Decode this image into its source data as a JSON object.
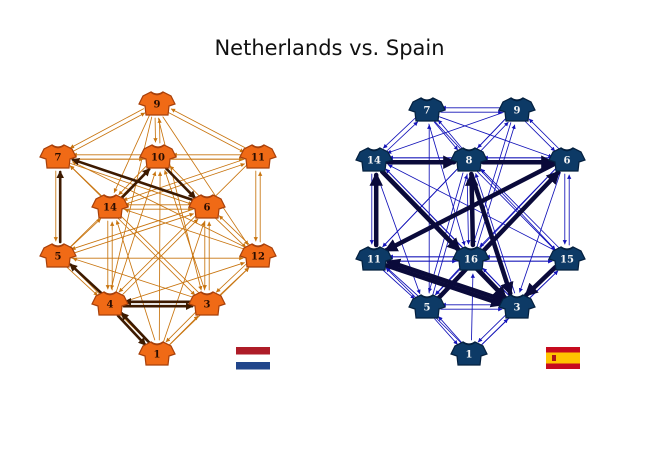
{
  "title": "Netherlands vs. Spain",
  "teams": [
    {
      "name": "Netherlands",
      "shirt_color": "#f06a16",
      "shirt_dark": "#a8400a",
      "label_color": "#2a0d00",
      "edge_color": "#c8740e",
      "strong_edge_color": "#3d1a00",
      "flag_icon": "netherlands-flag-icon",
      "players": [
        {
          "id": "9",
          "label": "9"
        },
        {
          "id": "7",
          "label": "7"
        },
        {
          "id": "10",
          "label": "10"
        },
        {
          "id": "11",
          "label": "11"
        },
        {
          "id": "14",
          "label": "14"
        },
        {
          "id": "6",
          "label": "6"
        },
        {
          "id": "5",
          "label": "5"
        },
        {
          "id": "12",
          "label": "12"
        },
        {
          "id": "4",
          "label": "4"
        },
        {
          "id": "3",
          "label": "3"
        },
        {
          "id": "1",
          "label": "1"
        }
      ],
      "passes": [
        [
          "1",
          "4"
        ],
        [
          "4",
          "1"
        ],
        [
          "1",
          "3"
        ],
        [
          "3",
          "1"
        ],
        [
          "4",
          "3"
        ],
        [
          "3",
          "4"
        ],
        [
          "4",
          "5"
        ],
        [
          "5",
          "4"
        ],
        [
          "5",
          "7"
        ],
        [
          "7",
          "5"
        ],
        [
          "5",
          "14"
        ],
        [
          "14",
          "7"
        ],
        [
          "7",
          "9"
        ],
        [
          "9",
          "7"
        ],
        [
          "7",
          "10"
        ],
        [
          "10",
          "7"
        ],
        [
          "7",
          "11"
        ],
        [
          "9",
          "11"
        ],
        [
          "11",
          "9"
        ],
        [
          "9",
          "10"
        ],
        [
          "10",
          "9"
        ],
        [
          "10",
          "11"
        ],
        [
          "11",
          "10"
        ],
        [
          "10",
          "6"
        ],
        [
          "6",
          "10"
        ],
        [
          "6",
          "12"
        ],
        [
          "12",
          "6"
        ],
        [
          "12",
          "3"
        ],
        [
          "3",
          "12"
        ],
        [
          "11",
          "12"
        ],
        [
          "12",
          "11"
        ],
        [
          "6",
          "3"
        ],
        [
          "3",
          "6"
        ],
        [
          "14",
          "6"
        ],
        [
          "6",
          "14"
        ],
        [
          "14",
          "10"
        ],
        [
          "10",
          "14"
        ],
        [
          "14",
          "4"
        ],
        [
          "4",
          "14"
        ],
        [
          "14",
          "3"
        ],
        [
          "1",
          "5"
        ],
        [
          "1",
          "14"
        ],
        [
          "4",
          "10"
        ],
        [
          "4",
          "6"
        ],
        [
          "4",
          "12"
        ],
        [
          "5",
          "12"
        ],
        [
          "5",
          "6"
        ],
        [
          "5",
          "10"
        ],
        [
          "3",
          "10"
        ],
        [
          "3",
          "7"
        ],
        [
          "12",
          "7"
        ],
        [
          "11",
          "4"
        ],
        [
          "6",
          "7"
        ],
        [
          "9",
          "4"
        ],
        [
          "9",
          "3"
        ],
        [
          "9",
          "12"
        ],
        [
          "9",
          "14"
        ],
        [
          "1",
          "10"
        ],
        [
          "1",
          "12"
        ],
        [
          "6",
          "5"
        ],
        [
          "12",
          "14"
        ],
        [
          "11",
          "14"
        ],
        [
          "14",
          "11"
        ],
        [
          "3",
          "5"
        ],
        [
          "1",
          "6"
        ],
        [
          "7",
          "6"
        ]
      ],
      "strong_passes": [
        [
          "5",
          "7"
        ],
        [
          "4",
          "1"
        ],
        [
          "1",
          "4"
        ],
        [
          "3",
          "4"
        ],
        [
          "4",
          "3"
        ],
        [
          "6",
          "7"
        ],
        [
          "14",
          "10"
        ],
        [
          "4",
          "5"
        ],
        [
          "10",
          "6"
        ]
      ]
    },
    {
      "name": "Spain",
      "shirt_color": "#0d3a66",
      "shirt_dark": "#04203f",
      "label_color": "#f5f5f5",
      "edge_color": "#1212b8",
      "strong_edge_color": "#0a0a3a",
      "flag_icon": "spain-flag-icon",
      "players": [
        {
          "id": "7",
          "label": "7"
        },
        {
          "id": "9",
          "label": "9"
        },
        {
          "id": "14",
          "label": "14"
        },
        {
          "id": "8",
          "label": "8"
        },
        {
          "id": "6",
          "label": "6"
        },
        {
          "id": "11",
          "label": "11"
        },
        {
          "id": "16",
          "label": "16"
        },
        {
          "id": "15",
          "label": "15"
        },
        {
          "id": "5",
          "label": "5"
        },
        {
          "id": "3",
          "label": "3"
        },
        {
          "id": "1",
          "label": "1"
        }
      ],
      "passes": [
        [
          "7",
          "9"
        ],
        [
          "9",
          "7"
        ],
        [
          "7",
          "14"
        ],
        [
          "14",
          "7"
        ],
        [
          "7",
          "8"
        ],
        [
          "8",
          "7"
        ],
        [
          "7",
          "6"
        ],
        [
          "9",
          "6"
        ],
        [
          "6",
          "9"
        ],
        [
          "9",
          "8"
        ],
        [
          "8",
          "9"
        ],
        [
          "14",
          "8"
        ],
        [
          "8",
          "6"
        ],
        [
          "6",
          "8"
        ],
        [
          "14",
          "11"
        ],
        [
          "11",
          "14"
        ],
        [
          "14",
          "16"
        ],
        [
          "16",
          "14"
        ],
        [
          "14",
          "5"
        ],
        [
          "14",
          "3"
        ],
        [
          "8",
          "16"
        ],
        [
          "16",
          "8"
        ],
        [
          "8",
          "11"
        ],
        [
          "8",
          "3"
        ],
        [
          "8",
          "5"
        ],
        [
          "8",
          "15"
        ],
        [
          "6",
          "15"
        ],
        [
          "15",
          "6"
        ],
        [
          "6",
          "16"
        ],
        [
          "16",
          "6"
        ],
        [
          "6",
          "3"
        ],
        [
          "6",
          "11"
        ],
        [
          "11",
          "16"
        ],
        [
          "16",
          "11"
        ],
        [
          "11",
          "5"
        ],
        [
          "5",
          "11"
        ],
        [
          "11",
          "3"
        ],
        [
          "16",
          "15"
        ],
        [
          "15",
          "16"
        ],
        [
          "16",
          "3"
        ],
        [
          "3",
          "16"
        ],
        [
          "16",
          "5"
        ],
        [
          "5",
          "16"
        ],
        [
          "15",
          "3"
        ],
        [
          "3",
          "15"
        ],
        [
          "5",
          "3"
        ],
        [
          "3",
          "5"
        ],
        [
          "5",
          "1"
        ],
        [
          "1",
          "5"
        ],
        [
          "3",
          "1"
        ],
        [
          "1",
          "3"
        ],
        [
          "1",
          "11"
        ],
        [
          "1",
          "16"
        ],
        [
          "1",
          "15"
        ],
        [
          "5",
          "8"
        ],
        [
          "3",
          "8"
        ],
        [
          "15",
          "8"
        ],
        [
          "15",
          "14"
        ],
        [
          "6",
          "14"
        ],
        [
          "9",
          "14"
        ],
        [
          "7",
          "16"
        ],
        [
          "9",
          "16"
        ],
        [
          "7",
          "15"
        ],
        [
          "9",
          "11"
        ],
        [
          "6",
          "5"
        ],
        [
          "5",
          "6"
        ],
        [
          "3",
          "14"
        ],
        [
          "15",
          "11"
        ],
        [
          "11",
          "15"
        ],
        [
          "3",
          "11"
        ],
        [
          "16",
          "9"
        ],
        [
          "5",
          "7"
        ],
        [
          "8",
          "14"
        ]
      ],
      "strong_passes": [
        [
          "14",
          "8"
        ],
        [
          "11",
          "14"
        ],
        [
          "16",
          "8"
        ],
        [
          "8",
          "6"
        ],
        [
          "14",
          "16"
        ],
        [
          "11",
          "3"
        ],
        [
          "3",
          "11"
        ],
        [
          "8",
          "3"
        ],
        [
          "6",
          "11"
        ],
        [
          "16",
          "3"
        ],
        [
          "15",
          "3"
        ],
        [
          "14",
          "3"
        ],
        [
          "5",
          "6"
        ]
      ]
    }
  ]
}
